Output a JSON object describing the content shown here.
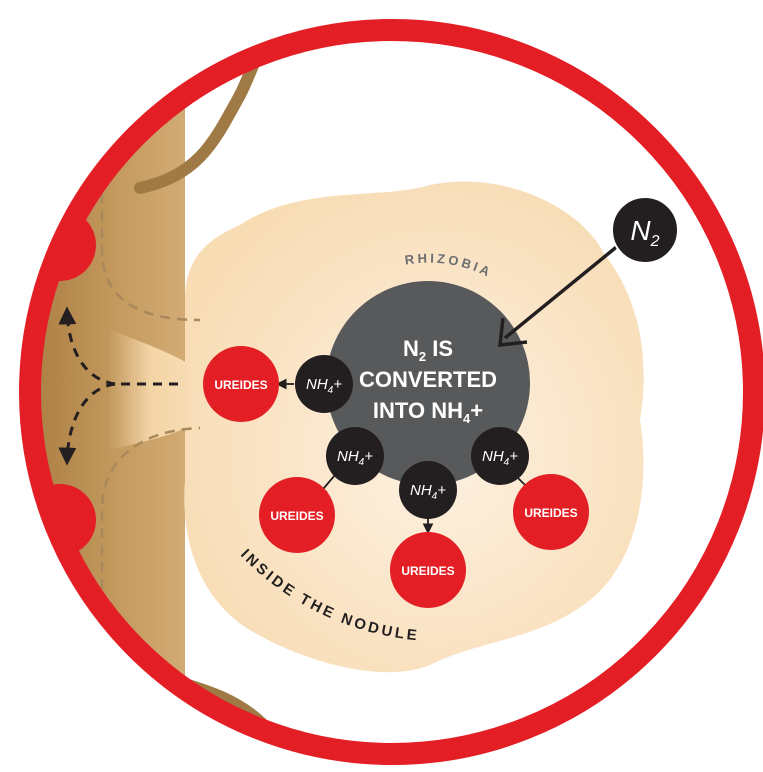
{
  "diagram": {
    "n2_badge": {
      "main": "N",
      "sub": "2"
    },
    "core": {
      "line1_main": "N",
      "line1_sub": "2",
      "line1_tail": " IS",
      "line2": "CONVERTED",
      "line3_main": "INTO NH",
      "line3_sub": "4",
      "line3_tail": "+"
    },
    "rhizobia_label": "RHIZOBIA",
    "nodule_label": "INSIDE THE NODULE",
    "nh4": {
      "main": "NH",
      "sub": "4",
      "tail": "+"
    },
    "ureide_label": "UREIDES",
    "colors": {
      "ring": "#e31e24",
      "root": "#c49a5f",
      "nodule": "#f7d9b0",
      "core": "#58595b",
      "node": "#231f20",
      "ureide": "#e31e24"
    }
  }
}
